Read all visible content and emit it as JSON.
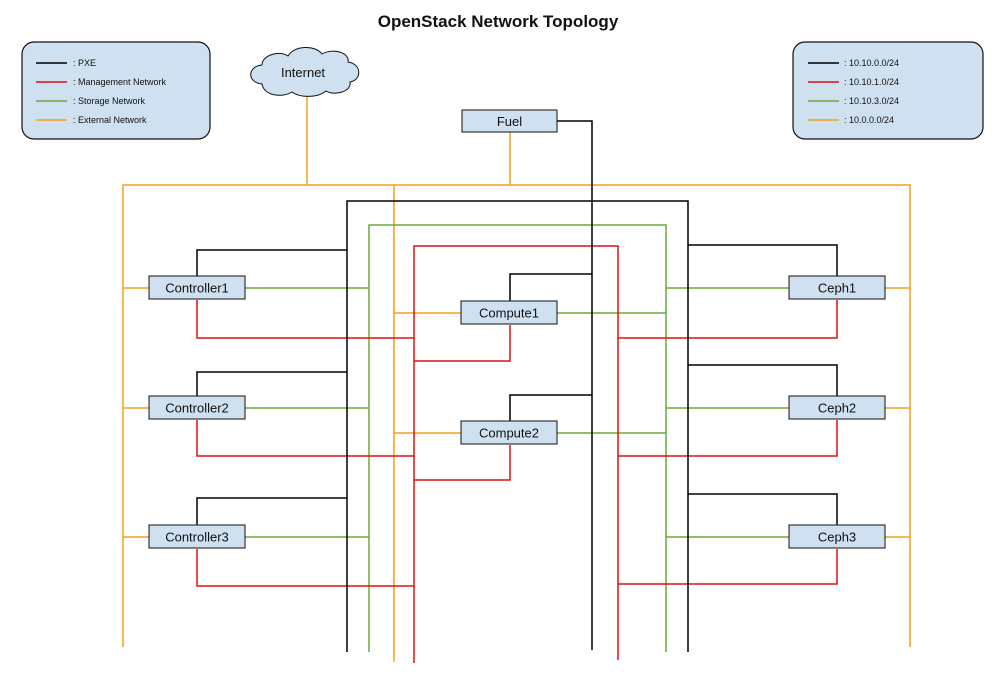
{
  "title": "OpenStack Network Topology",
  "colors": {
    "pxe": "#000000",
    "management": "#e01010",
    "storage": "#6aaa3a",
    "external": "#f0a020",
    "node_fill": "#cfe0f1"
  },
  "legend_left": [
    {
      "label": ": PXE",
      "color": "#000000"
    },
    {
      "label": ": Management Network",
      "color": "#e01010"
    },
    {
      "label": ": Storage Network",
      "color": "#6aaa3a"
    },
    {
      "label": ": External Network",
      "color": "#f0a020"
    }
  ],
  "legend_right": [
    {
      "label": ": 10.10.0.0/24",
      "color": "#000000"
    },
    {
      "label": ": 10.10.1.0/24",
      "color": "#e01010"
    },
    {
      "label": ": 10.10.3.0/24",
      "color": "#6aaa3a"
    },
    {
      "label": ": 10.0.0.0/24",
      "color": "#f0a020"
    }
  ],
  "internet": {
    "label": "Internet"
  },
  "nodes": {
    "fuel": "Fuel",
    "controller1": "Controller1",
    "controller2": "Controller2",
    "controller3": "Controller3",
    "compute1": "Compute1",
    "compute2": "Compute2",
    "ceph1": "Ceph1",
    "ceph2": "Ceph2",
    "ceph3": "Ceph3"
  }
}
